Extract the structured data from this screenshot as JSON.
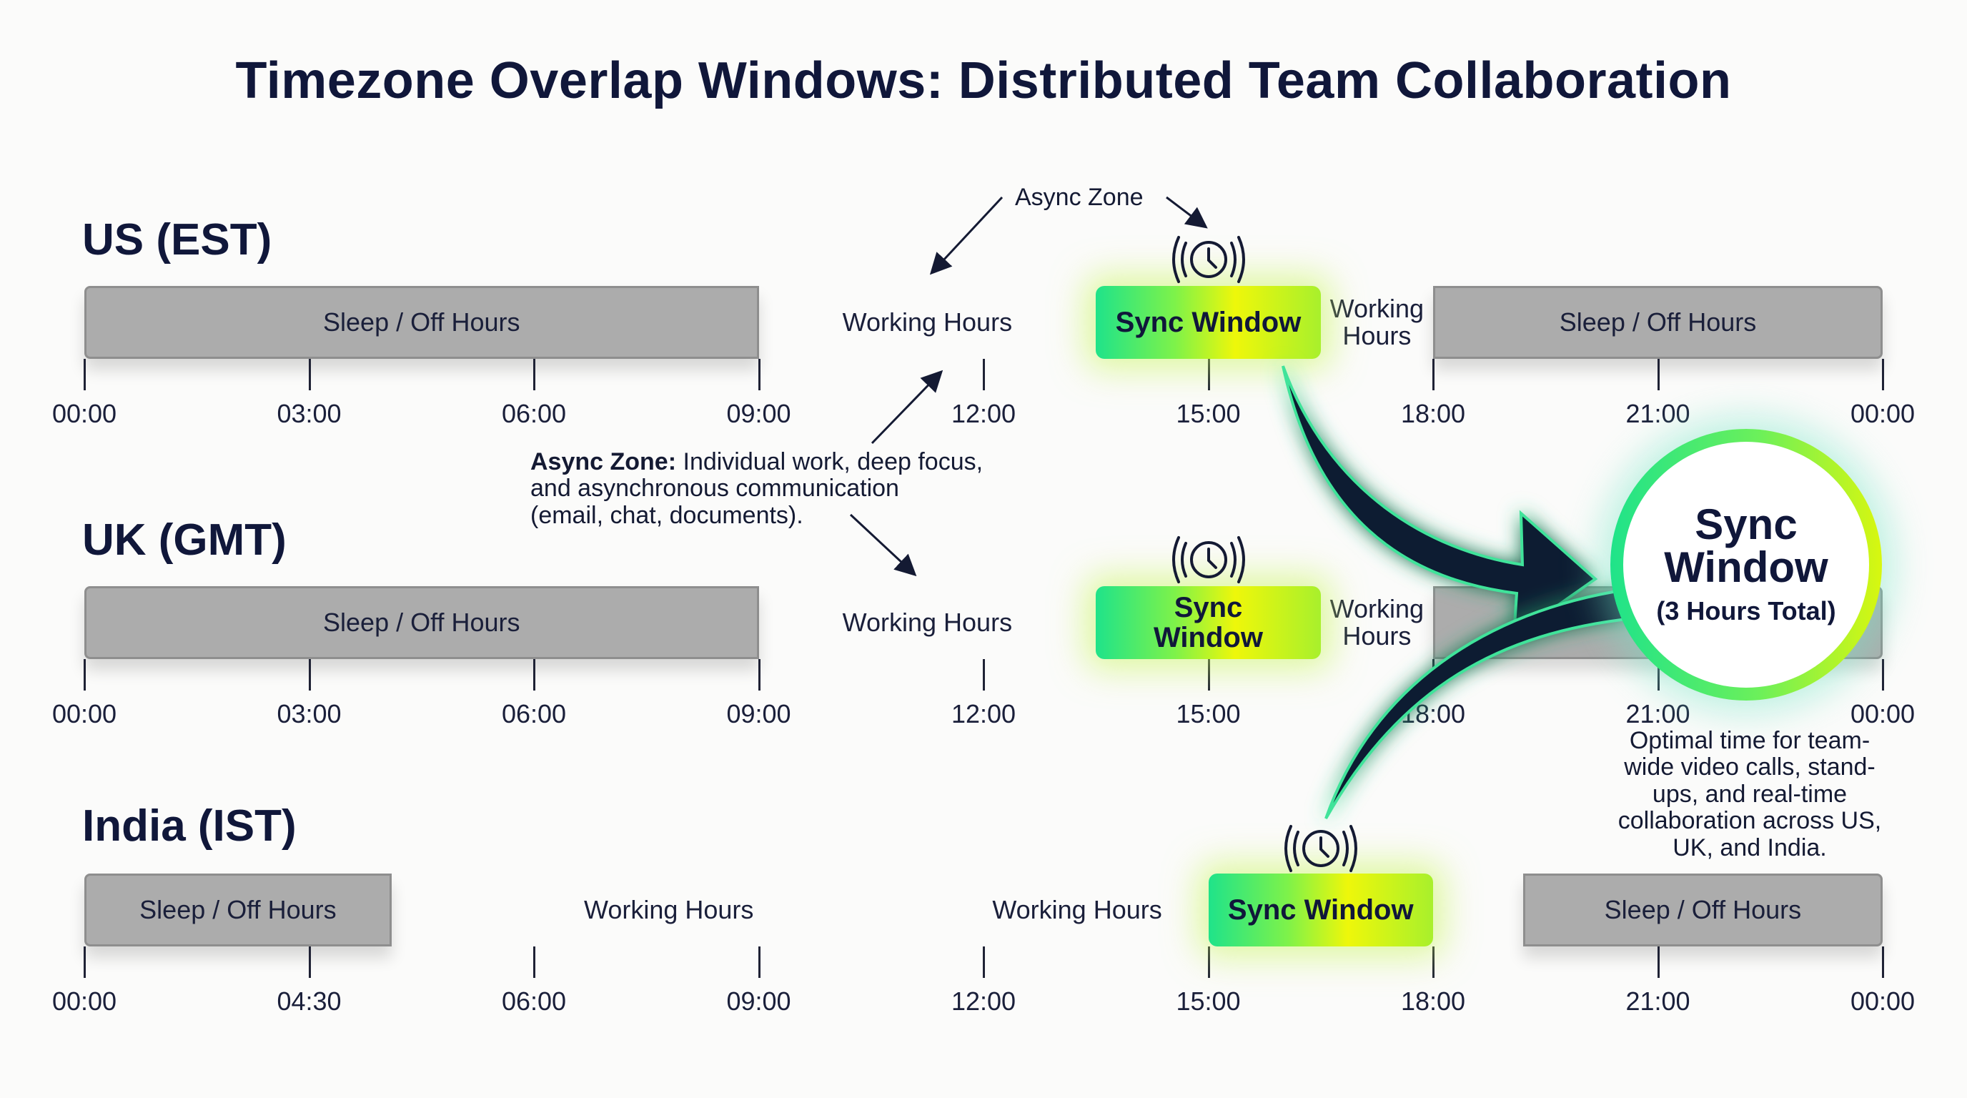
{
  "title": "Timezone Overlap Windows: Distributed Team Collaboration",
  "colors": {
    "text": "#10173a",
    "sleep": "#acacac",
    "working": "#8fdff6",
    "working_border": "#2a86b5",
    "sync_start": "#1fe38a",
    "sync_end": "#eef70a",
    "arrow": "#0d1a33"
  },
  "legend_types": {
    "sleep": "Sleep / Off Hours",
    "working": "Working Hours",
    "sync": "Sync Window"
  },
  "rows": [
    {
      "label": "US (EST)",
      "scale_hours": [
        0,
        24
      ],
      "segments": [
        {
          "type": "sleep",
          "label": "Sleep / Off Hours",
          "start": 0,
          "end": 9
        },
        {
          "type": "working",
          "label": "Working Hours",
          "start": 9,
          "end": 13.5
        },
        {
          "type": "sync",
          "label": "Sync Window",
          "start": 13.5,
          "end": 16.5
        },
        {
          "type": "working",
          "label": "Working\nHours",
          "start": 16.5,
          "end": 18
        },
        {
          "type": "sleep",
          "label": "Sleep / Off Hours",
          "start": 18,
          "end": 24
        }
      ],
      "ticks": [
        {
          "label": "00:00",
          "pos": 0
        },
        {
          "label": "03:00",
          "pos": 3
        },
        {
          "label": "06:00",
          "pos": 6
        },
        {
          "label": "09:00",
          "pos": 9
        },
        {
          "label": "12:00",
          "pos": 12
        },
        {
          "label": "15:00",
          "pos": 15
        },
        {
          "label": "18:00",
          "pos": 18
        },
        {
          "label": "21:00",
          "pos": 21
        },
        {
          "label": "00:00",
          "pos": 24
        }
      ],
      "icon": "clock-alarm-icon"
    },
    {
      "label": "UK (GMT)",
      "scale_hours": [
        0,
        24
      ],
      "segments": [
        {
          "type": "sleep",
          "label": "Sleep / Off Hours",
          "start": 0,
          "end": 9
        },
        {
          "type": "working",
          "label": "Working Hours",
          "start": 9,
          "end": 13.5
        },
        {
          "type": "sync",
          "label": "Sync\nWindow",
          "start": 13.5,
          "end": 16.5
        },
        {
          "type": "working",
          "label": "Working\nHours",
          "start": 16.5,
          "end": 18
        },
        {
          "type": "sleep",
          "label": "",
          "start": 18,
          "end": 24
        }
      ],
      "ticks": [
        {
          "label": "00:00",
          "pos": 0
        },
        {
          "label": "03:00",
          "pos": 3
        },
        {
          "label": "06:00",
          "pos": 6
        },
        {
          "label": "09:00",
          "pos": 9
        },
        {
          "label": "12:00",
          "pos": 12
        },
        {
          "label": "15:00",
          "pos": 15
        },
        {
          "label": "18:00",
          "pos": 18
        },
        {
          "label": "21:00",
          "pos": 21
        },
        {
          "label": "00:00",
          "pos": 24
        }
      ],
      "icon": "clock-alarm-icon"
    },
    {
      "label": "India (IST)",
      "scale_hours": [
        0,
        24
      ],
      "segments": [
        {
          "type": "sleep",
          "label": "Sleep / Off Hours",
          "start": 0,
          "end": 4.1
        },
        {
          "type": "working",
          "label": "Working Hours",
          "start": 4.1,
          "end": 11.5
        },
        {
          "type": "working",
          "label": "Working Hours",
          "start": 11.5,
          "end": 15
        },
        {
          "type": "sync",
          "label": "Sync Window",
          "start": 15,
          "end": 18
        },
        {
          "type": "working",
          "label": "",
          "start": 18,
          "end": 19.2
        },
        {
          "type": "sleep",
          "label": "Sleep / Off Hours",
          "start": 19.2,
          "end": 24
        }
      ],
      "ticks": [
        {
          "label": "00:00",
          "pos": 0
        },
        {
          "label": "04:30",
          "pos": 3
        },
        {
          "label": "06:00",
          "pos": 6
        },
        {
          "label": "09:00",
          "pos": 9
        },
        {
          "label": "12:00",
          "pos": 12
        },
        {
          "label": "15:00",
          "pos": 15
        },
        {
          "label": "18:00",
          "pos": 18
        },
        {
          "label": "21:00",
          "pos": 21
        },
        {
          "label": "00:00",
          "pos": 24
        }
      ],
      "icon": "clock-alarm-icon"
    }
  ],
  "annotations": {
    "async_zone_top": "Async Zone",
    "async_zone_bold": "Async Zone:",
    "async_zone_desc_lines": [
      " Individual work, deep focus,",
      "and asynchronous communication",
      "(email, chat, documents)."
    ]
  },
  "sync_badge": {
    "title_line1": "Sync",
    "title_line2": "Window",
    "subtitle": "(3 Hours Total)",
    "description_lines": [
      "Optimal time for team-",
      "wide video calls, stand-",
      "ups, and real-time",
      "collaboration across US,",
      "UK, and India."
    ]
  }
}
